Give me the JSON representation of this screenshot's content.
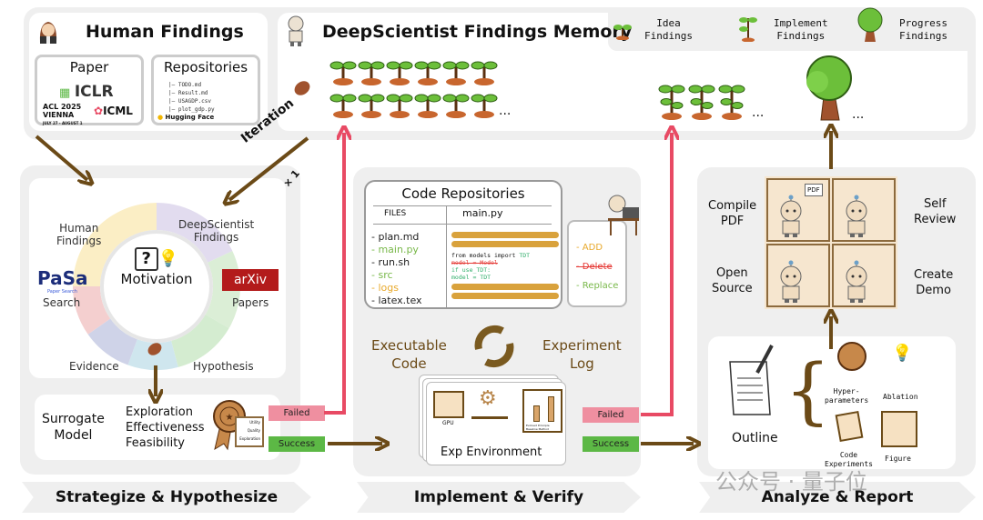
{
  "top": {
    "human_findings": {
      "title": "Human Findings",
      "paper_title": "Paper",
      "paper_logos": [
        "ICLR",
        "ACL 2025 VIENNA",
        "ICML"
      ],
      "acl_dates": "JULY 27 - AUGUST 1",
      "repos_title": "Repositories",
      "repo_files": [
        "|— TODO.md",
        "|— Result.md",
        "|— USAGDP.csv",
        "|— plot_gdp.py"
      ],
      "hugging_face": "Hugging Face"
    },
    "memory": {
      "title": "DeepScientist Findings Memory",
      "ellipsis": "..."
    },
    "legend": [
      {
        "label_line1": "Idea",
        "label_line2": "Findings",
        "icon": "sprout-icon"
      },
      {
        "label_line1": "Implement",
        "label_line2": "Findings",
        "icon": "sapling-icon"
      },
      {
        "label_line1": "Progress",
        "label_line2": "Findings",
        "icon": "tree-icon"
      }
    ]
  },
  "iteration": {
    "label": "Iteration",
    "multiplier": "× 1"
  },
  "strategize": {
    "wheel_center": "Motivation",
    "segments": [
      {
        "label": "Human\nFindings"
      },
      {
        "label": "DeepScientist\nFindings"
      },
      {
        "label": "Papers"
      },
      {
        "label": "Hypothesis"
      },
      {
        "label": "Evidence"
      },
      {
        "label": "Search"
      }
    ],
    "arxiv_logo": "arXiv",
    "pasa_logo": "PaSa",
    "pasa_sub": "Paper Search",
    "surrogate": {
      "title_line1": "Surrogate",
      "title_line2": "Model",
      "criteria": [
        "Exploration",
        "Effectiveness",
        "Feasibility"
      ],
      "badge_lines": [
        "Utility",
        "Quality",
        "Exploration"
      ]
    },
    "failed_label": "Failed",
    "success_label": "Success",
    "stage_label": "Strategize & Hypothesize"
  },
  "implement": {
    "code_repos_title": "Code Repositories",
    "files_header": "FILES",
    "main_header": "main.py",
    "files": [
      {
        "name": "- plan.md",
        "color": "#222222"
      },
      {
        "name": "- main.py",
        "color": "#79b84a"
      },
      {
        "name": "- run.sh",
        "color": "#222222"
      },
      {
        "name": "- src",
        "color": "#79b84a"
      },
      {
        "name": "- logs",
        "color": "#e8a92c"
      },
      {
        "name": "- latex.tex",
        "color": "#222222"
      }
    ],
    "code_lines": [
      {
        "text": "from models import ",
        "accent": "TDT",
        "style": "normal"
      },
      {
        "text": "model = Model",
        "accent": "",
        "style": "strike"
      },
      {
        "text": "if use_TDT:",
        "accent": "",
        "style": "green"
      },
      {
        "text": "model = TDT",
        "accent": "",
        "style": "green"
      }
    ],
    "ops": [
      {
        "label": "- ADD",
        "color": "#e8a92c",
        "strike": false
      },
      {
        "label": "- Delete",
        "color": "#e53935",
        "strike": true
      },
      {
        "label": "- Replace",
        "color": "#79b84a",
        "strike": false
      }
    ],
    "executable_code": "Executable\nCode",
    "experiment_log": "Experiment\nLog",
    "exp_env": "Exp Environment",
    "gpu_label": "GPU",
    "chart_labels": [
      "Evolved Principle",
      "Baseline Method"
    ],
    "failed_label": "Failed",
    "success_label": "Success",
    "stage_label": "Implement & Verify"
  },
  "analyze": {
    "tasks": [
      "Compile\nPDF",
      "Self\nReview",
      "Open\nSource",
      "Create\nDemo"
    ],
    "pdf_label": "PDF",
    "outline": "Outline",
    "outline_items": [
      "Hyper-\nparameters",
      "Ablation",
      "Code\nExperiments",
      "Figure"
    ],
    "stage_label": "Analyze & Report"
  },
  "watermark": "公众号 · 量子位",
  "colors": {
    "arrow_brown": "#6b4a17",
    "arrow_red": "#e84a64",
    "panel_grey": "#efefef",
    "failed": "#ef8fa0",
    "success": "#5cb845"
  }
}
